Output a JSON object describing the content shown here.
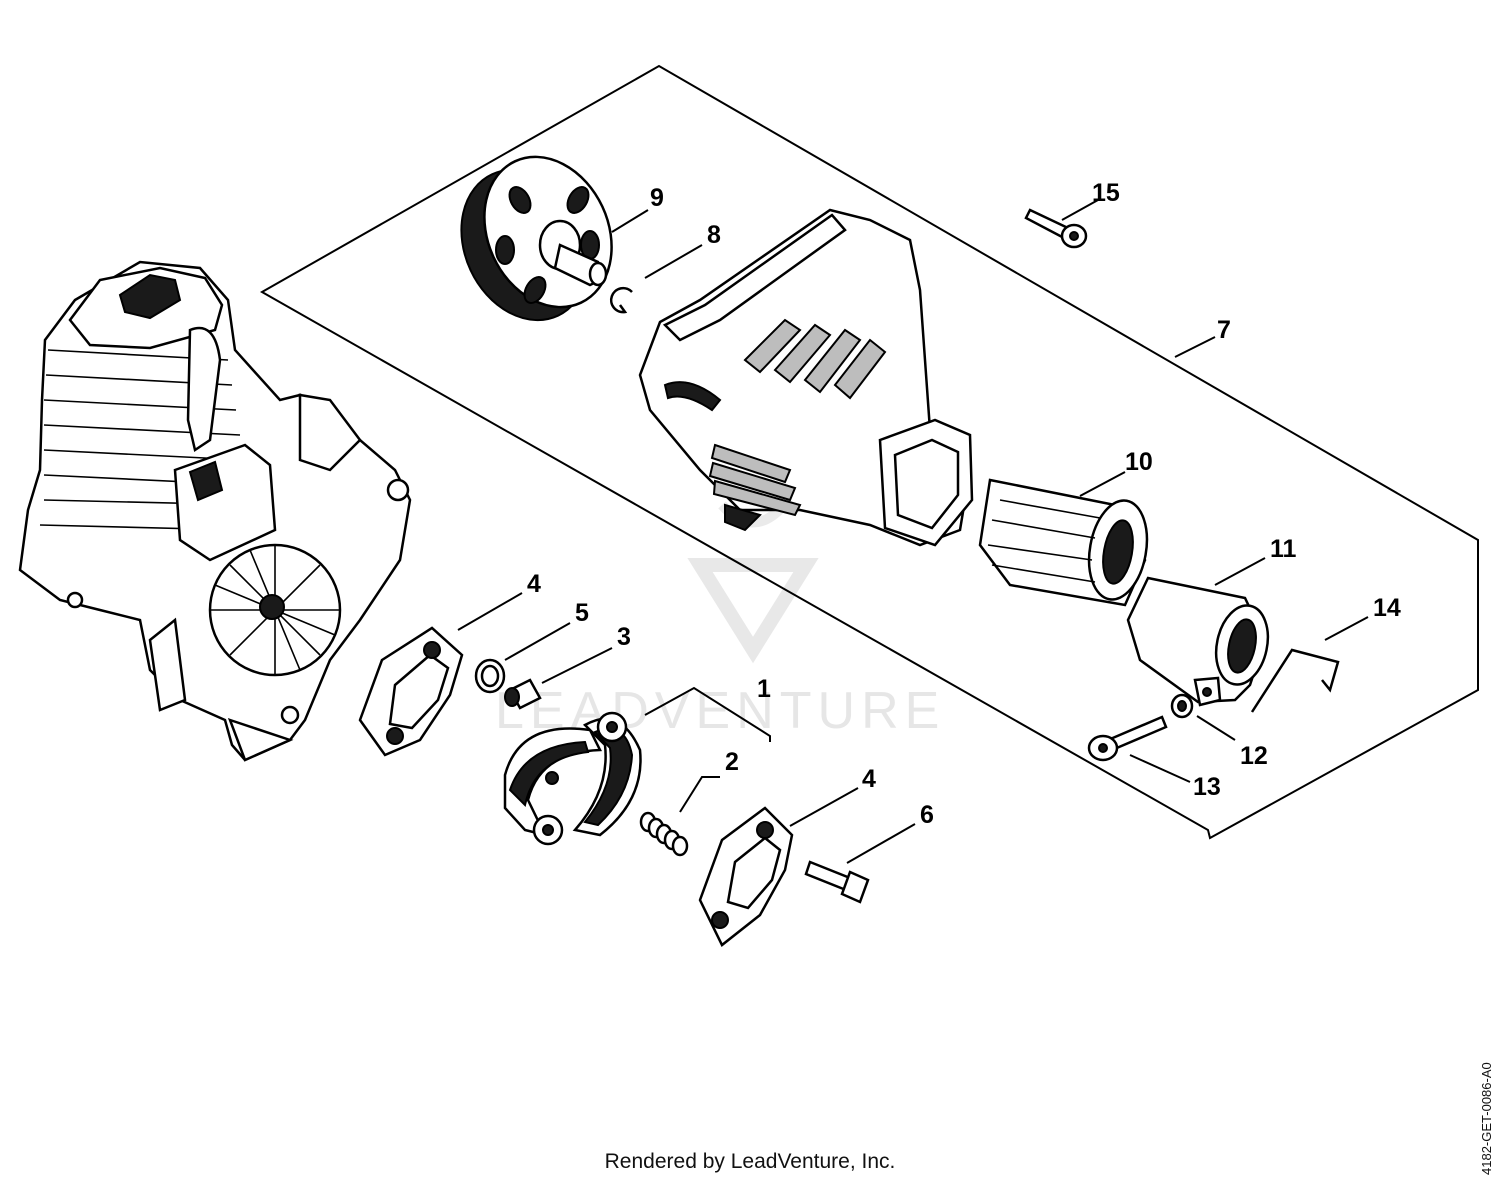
{
  "diagram": {
    "watermark": "LEADVENTURE",
    "callouts": [
      {
        "id": "1",
        "label": "1"
      },
      {
        "id": "2",
        "label": "2"
      },
      {
        "id": "3",
        "label": "3"
      },
      {
        "id": "4a",
        "label": "4"
      },
      {
        "id": "4b",
        "label": "4"
      },
      {
        "id": "5",
        "label": "5"
      },
      {
        "id": "6",
        "label": "6"
      },
      {
        "id": "7",
        "label": "7"
      },
      {
        "id": "8",
        "label": "8"
      },
      {
        "id": "9",
        "label": "9"
      },
      {
        "id": "10",
        "label": "10"
      },
      {
        "id": "11",
        "label": "11"
      },
      {
        "id": "12",
        "label": "12"
      },
      {
        "id": "13",
        "label": "13"
      },
      {
        "id": "14",
        "label": "14"
      },
      {
        "id": "15",
        "label": "15"
      }
    ]
  },
  "footer": {
    "credit": "Rendered by LeadVenture, Inc.",
    "doc_id": "4182-GET-0086-A0"
  }
}
